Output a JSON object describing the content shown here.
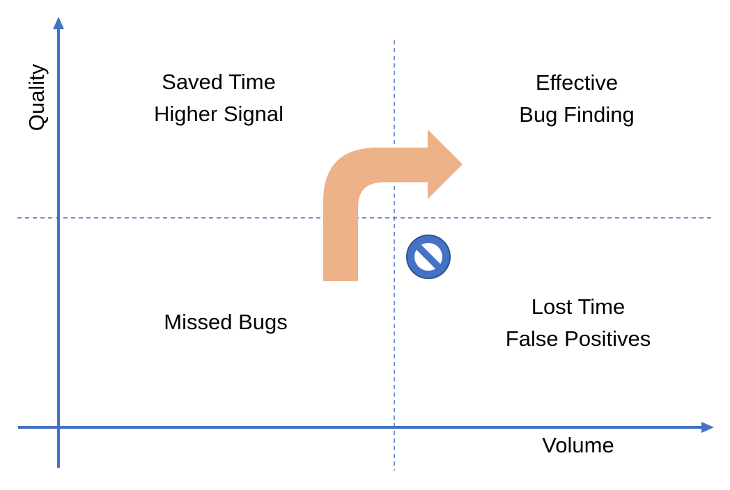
{
  "axes": {
    "x_label": "Volume",
    "y_label": "Quality",
    "color": "#4472C4"
  },
  "quadrants": {
    "top_left": {
      "line1": "Saved Time",
      "line2": "Higher Signal"
    },
    "top_right": {
      "line1": "Effective",
      "line2": "Bug Finding"
    },
    "bottom_left": {
      "line1": "Missed Bugs"
    },
    "bottom_right": {
      "line1": "Lost Time",
      "line2": "False Positives"
    }
  },
  "icons": {
    "turn_arrow": {
      "name": "turn-right-arrow-icon",
      "color": "#EDB288"
    },
    "prohibited": {
      "name": "prohibited-icon",
      "fill": "#4472C4",
      "stroke": "#2F528F"
    }
  },
  "divider_color": "#4472C4"
}
